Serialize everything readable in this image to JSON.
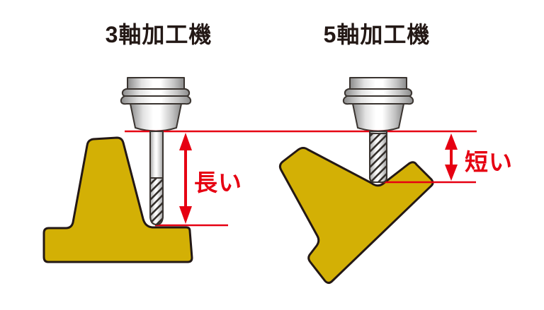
{
  "left_panel": {
    "title": "3軸加工機",
    "dimension_label": "長い"
  },
  "right_panel": {
    "title": "5軸加工機",
    "dimension_label": "短い"
  },
  "icons": {
    "left_arrow": "double-headed-vertical-arrow",
    "right_arrow": "double-headed-vertical-arrow"
  },
  "colors": {
    "workpiece": "#d3b005",
    "outline": "#231815",
    "annotation": "#e60012",
    "title_text": "#231815",
    "background": "#ffffff"
  }
}
